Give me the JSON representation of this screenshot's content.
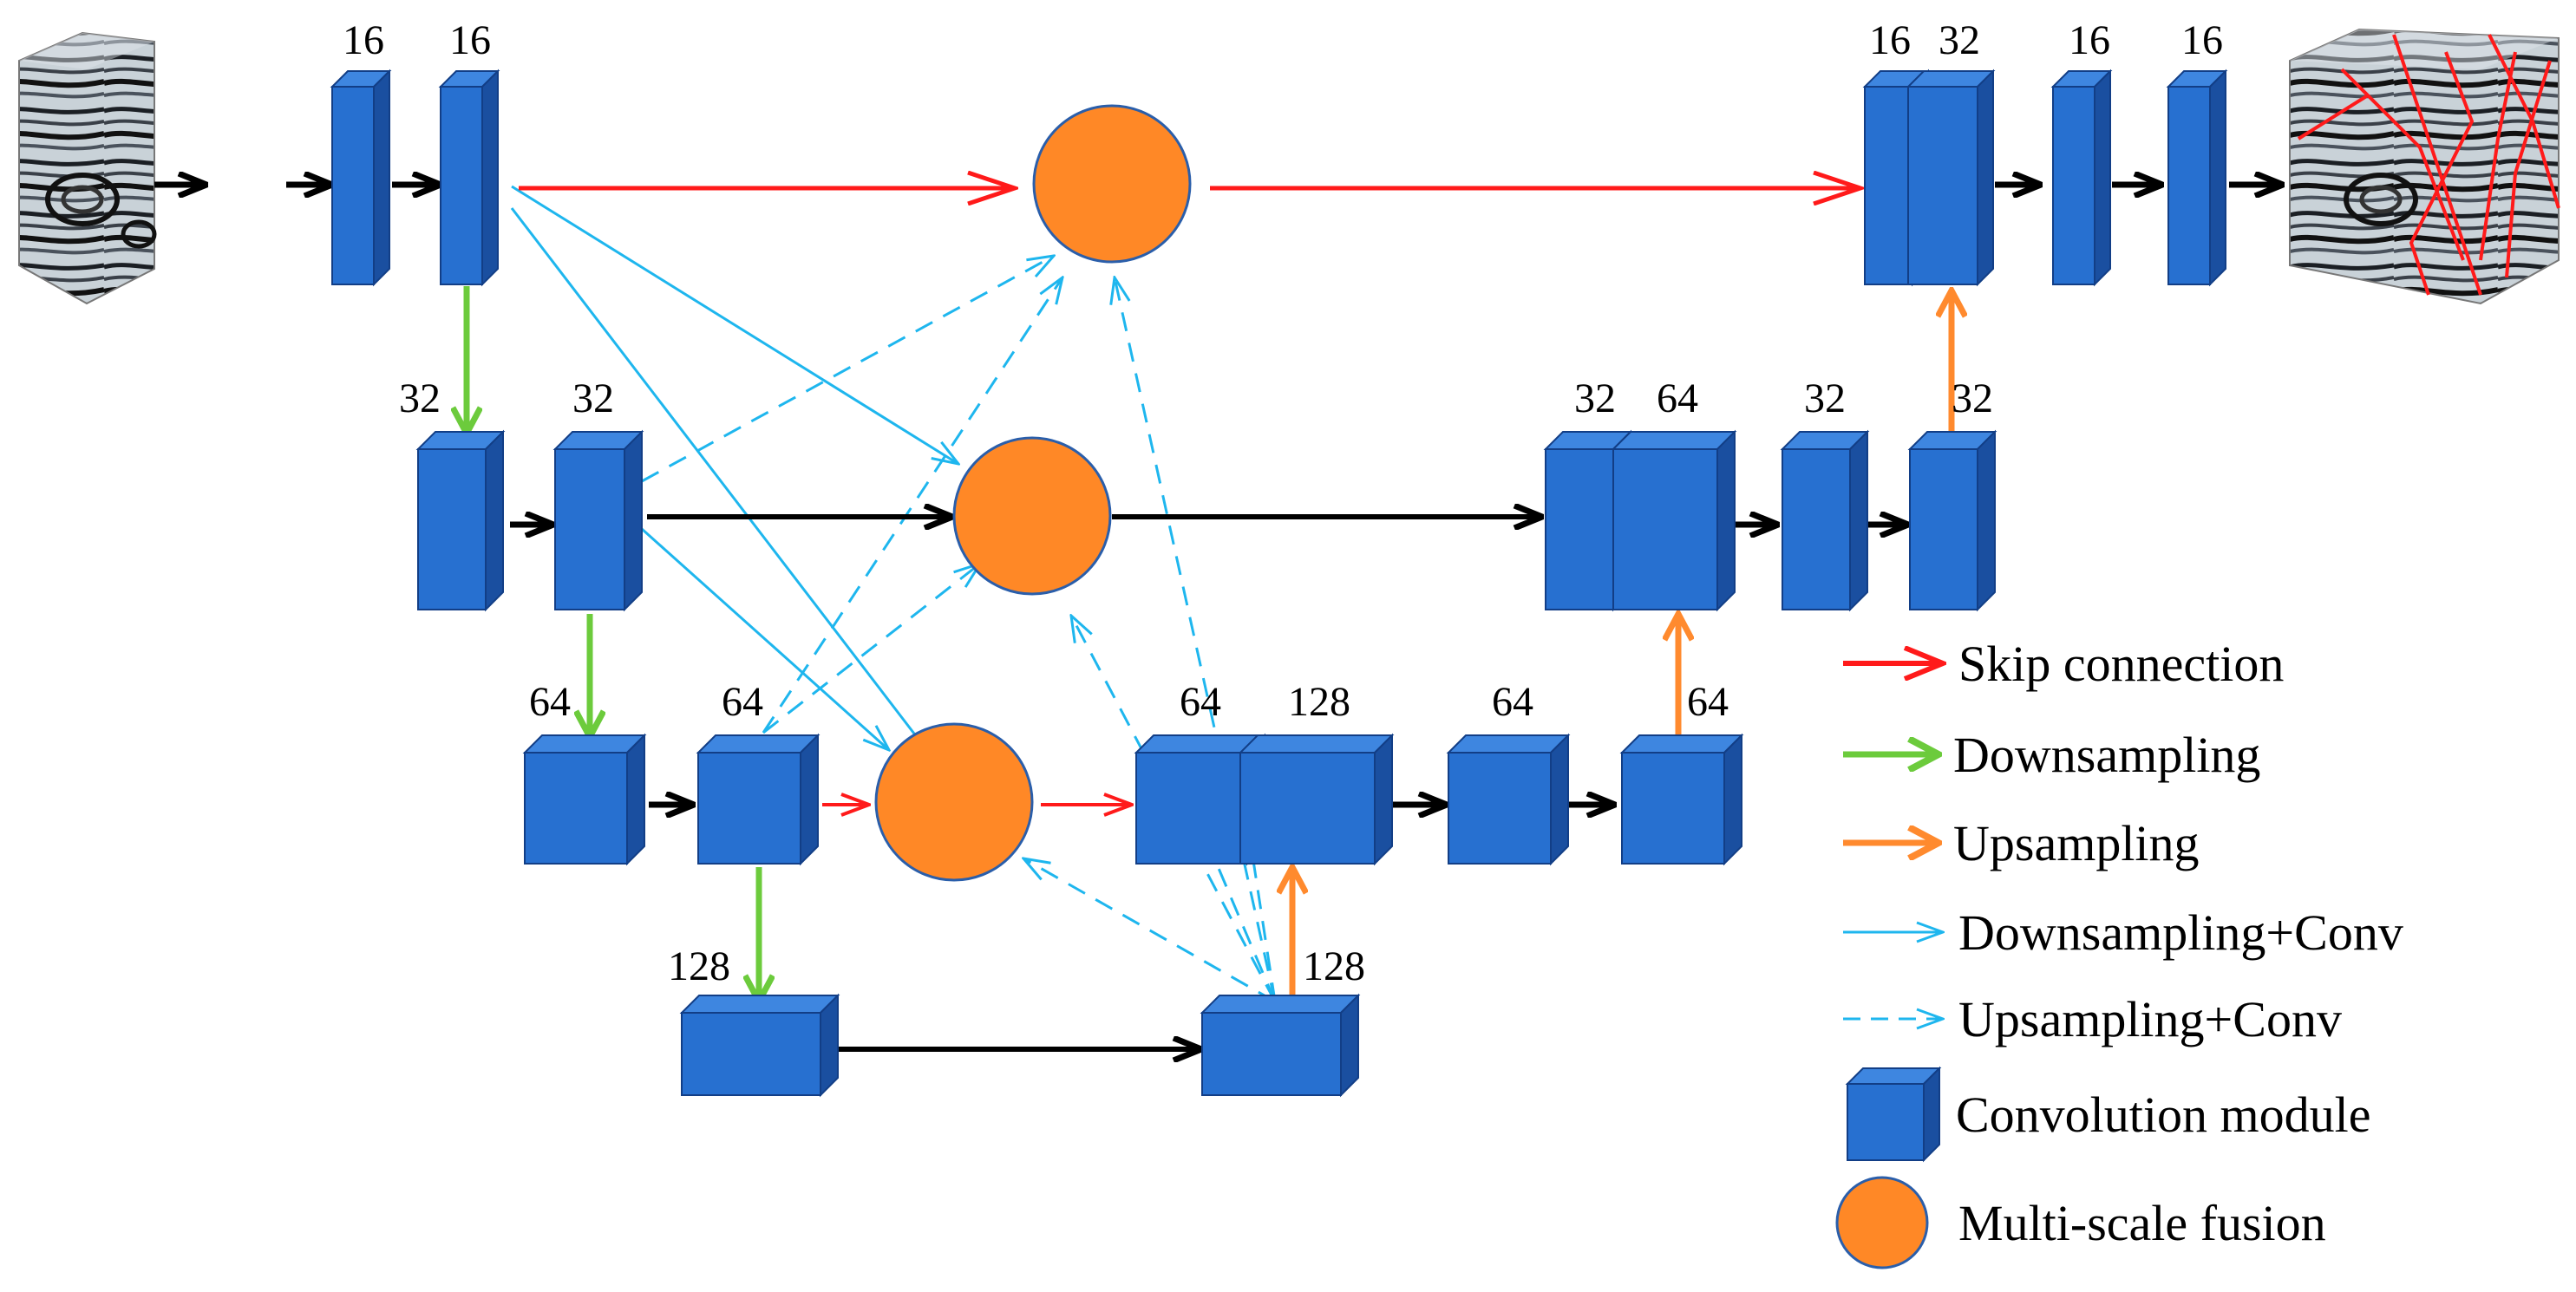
{
  "colors": {
    "block_front": "#2770D0",
    "block_top": "#3E86E0",
    "block_side": "#1A4FA0",
    "block_edge": "#123E86",
    "fusion_fill": "#FF8826",
    "fusion_stroke": "#2A5EAA",
    "skip": "#FF1A1A",
    "down": "#6CCB3C",
    "up": "#FF8A2E",
    "down_conv": "#1EB6EE",
    "up_conv": "#1EB6EE",
    "plain": "#000000"
  },
  "images": {
    "input": "seismic-input-image",
    "output": "fault-prediction-output-image"
  },
  "labels": {
    "enc1_a": "16",
    "enc1_b": "16",
    "enc2_a": "32",
    "enc2_b": "32",
    "enc3_a": "64",
    "enc3_b": "64",
    "bottleneck": "128",
    "bottleneck_up": "128",
    "dec3_a": "64",
    "dec3_b": "128",
    "dec3_c": "64",
    "dec3_d": "64",
    "dec2_a": "32",
    "dec2_b": "64",
    "dec2_c": "32",
    "dec2_d": "32",
    "dec1_a": "16",
    "dec1_b": "32",
    "dec1_c": "16",
    "dec1_d": "16"
  },
  "legend": {
    "skip": "Skip connection",
    "down": "Downsampling",
    "up": "Upsampling",
    "down_conv": "Downsampling+Conv",
    "up_conv": "Upsampling+Conv",
    "conv": "Convolution module",
    "fusion": "Multi-scale fusion"
  }
}
